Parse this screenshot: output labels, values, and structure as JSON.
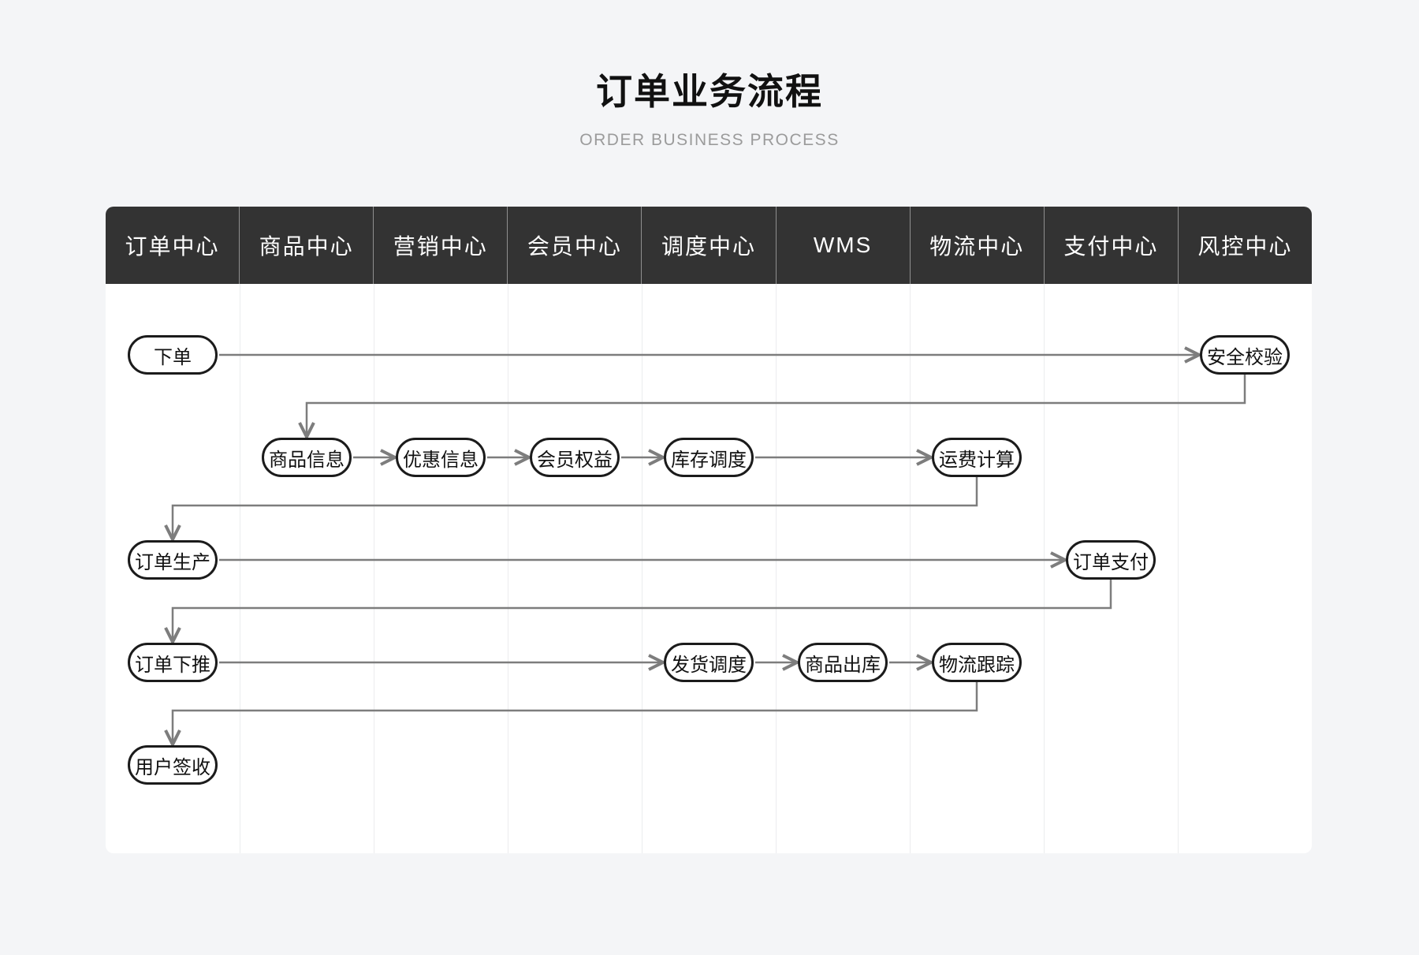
{
  "title": "订单业务流程",
  "subtitle": "ORDER BUSINESS PROCESS",
  "colors": {
    "page_bg": "#f4f5f7",
    "panel_bg": "#ffffff",
    "header_bg": "#333333",
    "header_text": "#ffffff",
    "node_border": "#1b1b1b",
    "node_text": "#111111",
    "connector": "#7d7d7d",
    "lane_divider": "#ebecee",
    "subtitle_text": "#9b9b9b"
  },
  "diagram": {
    "lanes": [
      "订单中心",
      "商品中心",
      "营销中心",
      "会员中心",
      "调度中心",
      "WMS",
      "物流中心",
      "支付中心",
      "风控中心"
    ],
    "nodes": [
      {
        "id": "place-order",
        "label": "下单",
        "lane": 0,
        "row": 0
      },
      {
        "id": "security-check",
        "label": "安全校验",
        "lane": 8,
        "row": 0
      },
      {
        "id": "product-info",
        "label": "商品信息",
        "lane": 1,
        "row": 1
      },
      {
        "id": "discount-info",
        "label": "优惠信息",
        "lane": 2,
        "row": 1
      },
      {
        "id": "member-benefits",
        "label": "会员权益",
        "lane": 3,
        "row": 1
      },
      {
        "id": "inventory-scheduling",
        "label": "库存调度",
        "lane": 4,
        "row": 1
      },
      {
        "id": "freight-calculation",
        "label": "运费计算",
        "lane": 6,
        "row": 1
      },
      {
        "id": "order-production",
        "label": "订单生产",
        "lane": 0,
        "row": 2
      },
      {
        "id": "order-payment",
        "label": "订单支付",
        "lane": 7,
        "row": 2
      },
      {
        "id": "order-push-down",
        "label": "订单下推",
        "lane": 0,
        "row": 3
      },
      {
        "id": "delivery-scheduling",
        "label": "发货调度",
        "lane": 4,
        "row": 3
      },
      {
        "id": "goods-outbound",
        "label": "商品出库",
        "lane": 5,
        "row": 3
      },
      {
        "id": "logistics-tracking",
        "label": "物流跟踪",
        "lane": 6,
        "row": 3
      },
      {
        "id": "user-sign-receipt",
        "label": "用户签收",
        "lane": 0,
        "row": 4
      }
    ],
    "edges": [
      {
        "from": "place-order",
        "to": "security-check",
        "type": "h"
      },
      {
        "from": "security-check",
        "to": "product-info",
        "type": "z"
      },
      {
        "from": "product-info",
        "to": "discount-info",
        "type": "h"
      },
      {
        "from": "discount-info",
        "to": "member-benefits",
        "type": "h"
      },
      {
        "from": "member-benefits",
        "to": "inventory-scheduling",
        "type": "h"
      },
      {
        "from": "inventory-scheduling",
        "to": "freight-calculation",
        "type": "h"
      },
      {
        "from": "freight-calculation",
        "to": "order-production",
        "type": "z"
      },
      {
        "from": "order-production",
        "to": "order-payment",
        "type": "h"
      },
      {
        "from": "order-payment",
        "to": "order-push-down",
        "type": "z"
      },
      {
        "from": "order-push-down",
        "to": "delivery-scheduling",
        "type": "h"
      },
      {
        "from": "delivery-scheduling",
        "to": "goods-outbound",
        "type": "h"
      },
      {
        "from": "goods-outbound",
        "to": "logistics-tracking",
        "type": "h"
      },
      {
        "from": "logistics-tracking",
        "to": "user-sign-receipt",
        "type": "z"
      }
    ]
  }
}
